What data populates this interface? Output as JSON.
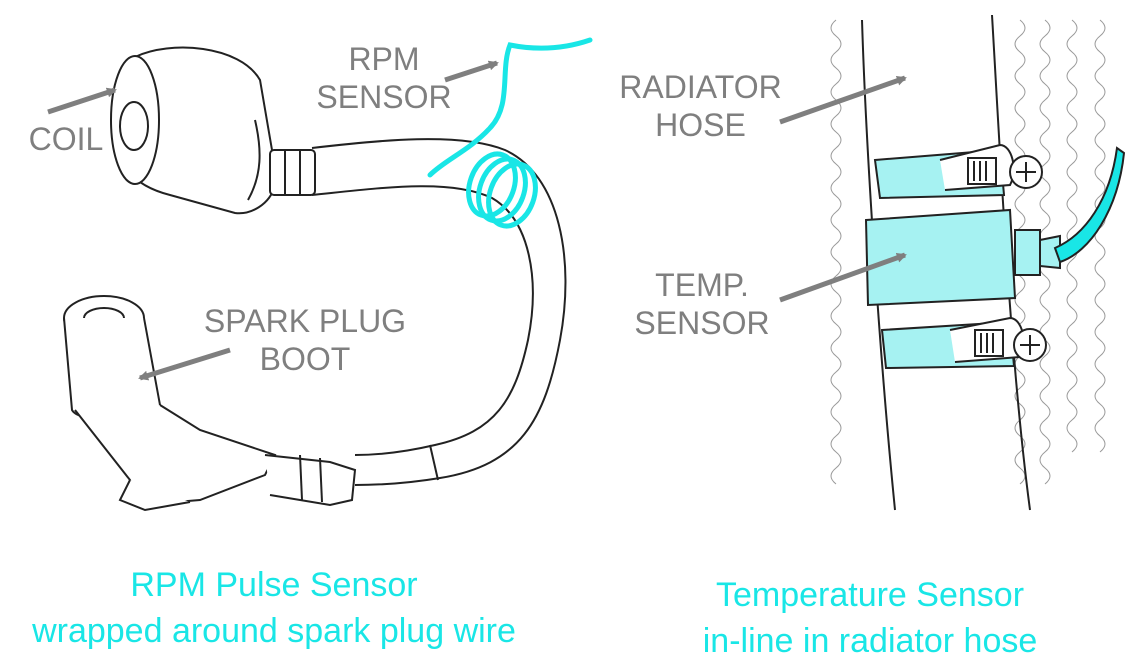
{
  "left": {
    "labels": {
      "rpm_line1": "RPM",
      "rpm_line2": "SENSOR",
      "coil": "COIL",
      "boot_line1": "SPARK PLUG",
      "boot_line2": "BOOT"
    },
    "caption_line1": "RPM Pulse Sensor",
    "caption_line2": "wrapped around spark plug wire"
  },
  "right": {
    "labels": {
      "hose_line1": "RADIATOR",
      "hose_line2": "HOSE",
      "temp_line1": "TEMP.",
      "temp_line2": "SENSOR"
    },
    "caption_line1": "Temperature Sensor",
    "caption_line2": "in-line in radiator hose"
  },
  "colors": {
    "accent": "#19e6e6",
    "sensor_fill": "#a6f2f2",
    "label_gray": "#7f7f7f",
    "line": "#222222"
  }
}
